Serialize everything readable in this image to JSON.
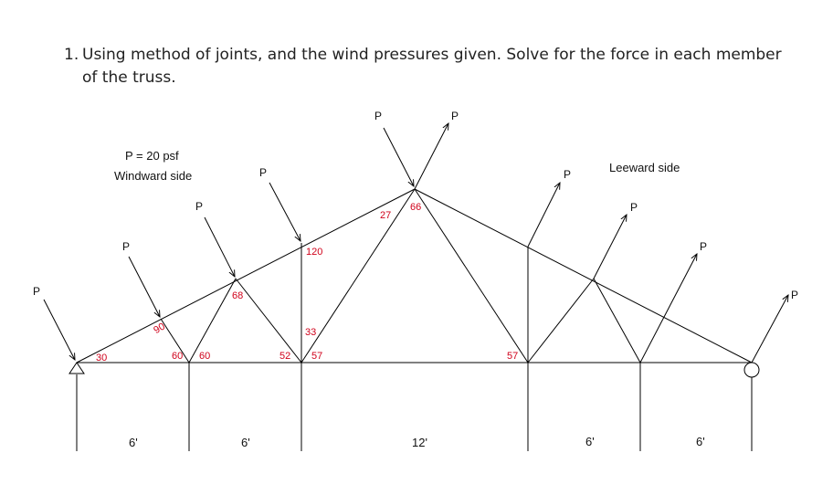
{
  "problem": {
    "number": "1.",
    "text": "Using method of joints, and the wind pressures given. Solve for the force in each member of the truss."
  },
  "labels": {
    "pressure": "P = 20 psf",
    "windward": "Windward side",
    "leeward": "Leeward side",
    "load": "P"
  },
  "angles": {
    "a30": "30",
    "a90": "90",
    "a60l": "60",
    "a60r": "60",
    "a68": "68",
    "a120": "120",
    "a33": "33",
    "a52": "52",
    "a57l": "57",
    "a27": "27",
    "a66": "66",
    "a57r": "57"
  },
  "dimensions": {
    "d1": "6'",
    "d2": "6'",
    "d3": "12'",
    "d4": "6'",
    "d5": "6'"
  },
  "colors": {
    "members": "#000000",
    "angle_labels": "#d0021b"
  },
  "icons": [
    "pin-support-icon",
    "roller-support-icon"
  ]
}
